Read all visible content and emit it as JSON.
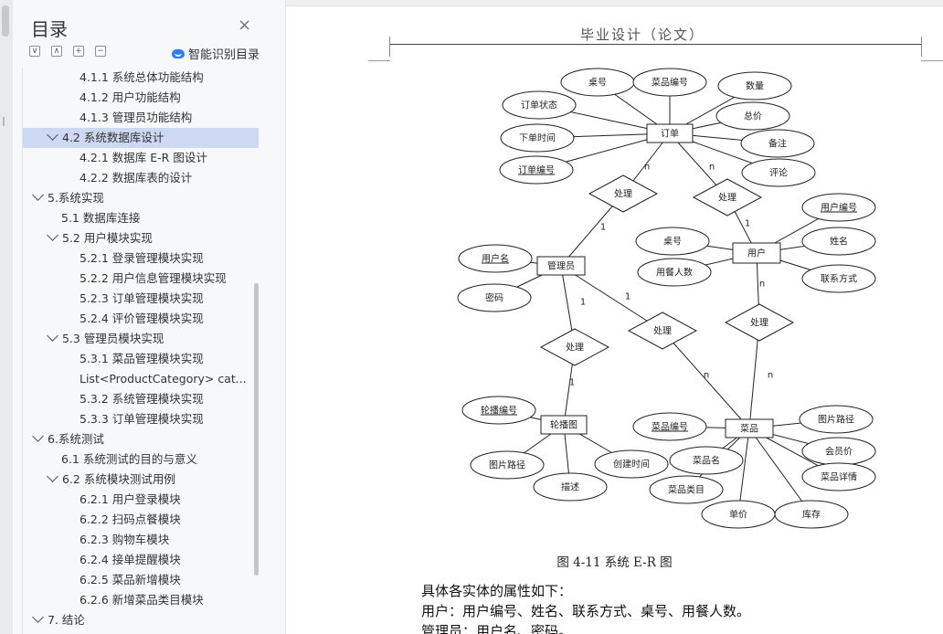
{
  "toc": {
    "title": "目录",
    "ai_label": "智能识别目录",
    "items": [
      {
        "label": "4.1.1  系统总体功能结构",
        "level": 3
      },
      {
        "label": "4.1.2  用户功能结构",
        "level": 3
      },
      {
        "label": "4.1.3  管理员功能结构",
        "level": 3
      },
      {
        "label": "4.2  系统数据库设计",
        "level": 2,
        "expanded": true,
        "active": true
      },
      {
        "label": "4.2.1  数据库 E-R 图设计",
        "level": 3
      },
      {
        "label": "4.2.2  数据库表的设计",
        "level": 3
      },
      {
        "label": "5.系统实现",
        "level": 1,
        "expanded": true
      },
      {
        "label": "5.1 数据库连接",
        "level": 2
      },
      {
        "label": "5.2 用户模块实现",
        "level": 2,
        "expanded": true
      },
      {
        "label": "5.2.1  登录管理模块实现",
        "level": 3
      },
      {
        "label": "5.2.2  用户信息管理模块实现",
        "level": 3
      },
      {
        "label": "5.2.3  订单管理模块实现",
        "level": 3
      },
      {
        "label": "5.2.4  评价管理模块实现",
        "level": 3
      },
      {
        "label": "5.3  管理员模块实现",
        "level": 2,
        "expanded": true
      },
      {
        "label": "5.3.1  菜品管理模块实现",
        "level": 3
      },
      {
        "label": "List<ProductCategory> cat...",
        "level": 3
      },
      {
        "label": "5.3.2  系统管理模块实现",
        "level": 3
      },
      {
        "label": "5.3.3  订单管理模块实现",
        "level": 3
      },
      {
        "label": "6.系统测试",
        "level": 1,
        "expanded": true
      },
      {
        "label": "6.1 系统测试的目的与意义",
        "level": 2
      },
      {
        "label": "6.2  系统模块测试用例",
        "level": 2,
        "expanded": true
      },
      {
        "label": "6.2.1  用户登录模块",
        "level": 3
      },
      {
        "label": "6.2.2  扫码点餐模块",
        "level": 3
      },
      {
        "label": "6.2.3  购物车模块",
        "level": 3
      },
      {
        "label": "6.2.4  接单提醒模块",
        "level": 3
      },
      {
        "label": "6.2.5  菜品新增模块",
        "level": 3
      },
      {
        "label": "6.2.6  新增菜品类目模块",
        "level": 3
      },
      {
        "label": "7. 结论",
        "level": 1,
        "expanded": true
      }
    ]
  },
  "document": {
    "header": "毕业设计（论文）",
    "caption": "图 4-11  系统 E-R 图",
    "lines": [
      "具体各实体的属性如下：",
      "用户：用户编号、姓名、联系方式、桌号、用餐人数。",
      "管理员：用户名、密码。"
    ]
  },
  "er": {
    "entities": {
      "order": "订单",
      "admin": "管理员",
      "user": "用户",
      "banner": "轮播图",
      "dish": "菜品"
    },
    "relations": [
      "处理",
      "处理",
      "处理",
      "处理",
      "处理"
    ],
    "attributes": {
      "order": [
        "桌号",
        "菜品编号",
        "数量",
        "订单状态",
        "总价",
        "下单时间",
        "备注",
        "订单编号",
        "评论"
      ],
      "admin": [
        "用户名",
        "密码"
      ],
      "user": [
        "用户编号",
        "桌号",
        "姓名",
        "用餐人数",
        "联系方式"
      ],
      "banner": [
        "轮播编号",
        "图片路径",
        "描述",
        "创建时间"
      ],
      "dish": [
        "菜品编号",
        "图片路径",
        "菜品名",
        "会员价",
        "菜品类目",
        "菜品详情",
        "单价",
        "库存"
      ]
    },
    "cardinalities": [
      "n",
      "n",
      "1",
      "1",
      "1",
      "1",
      "1",
      "n",
      "n",
      "n"
    ]
  }
}
